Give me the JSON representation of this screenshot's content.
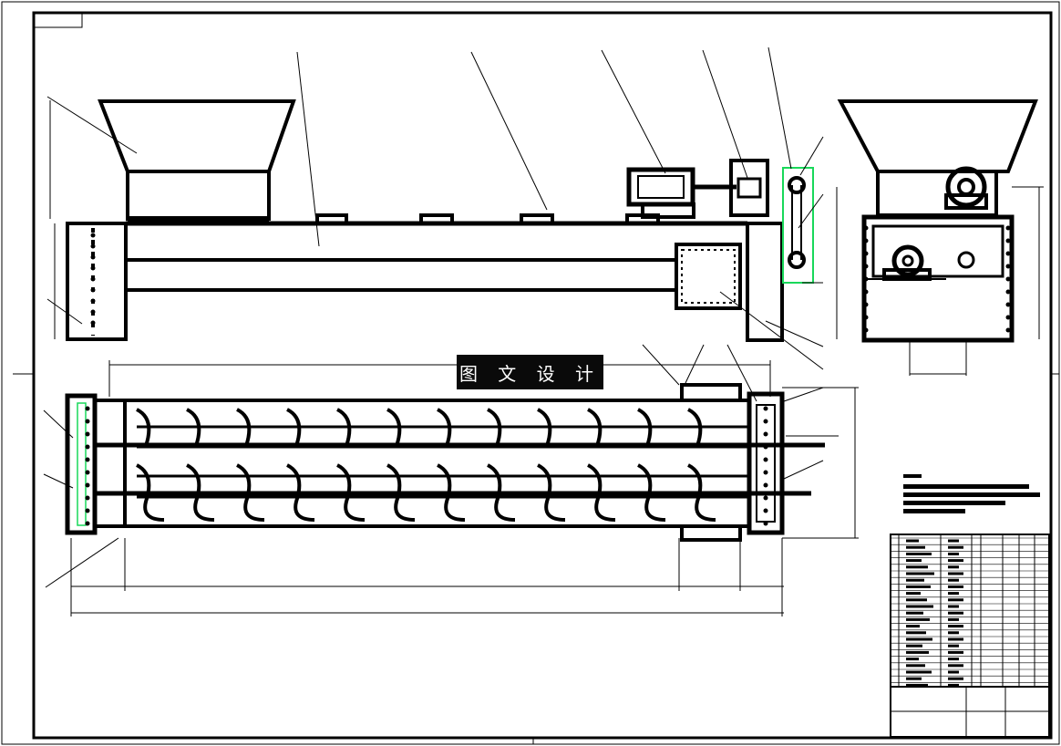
{
  "watermark": {
    "text": "图 文 设 计"
  },
  "colors": {
    "line": "#000000",
    "highlight": "#19d85a",
    "background": "#ffffff"
  },
  "views": [
    "front-elevation",
    "side-elevation",
    "top-section-plan"
  ],
  "components": [
    "feed-hopper",
    "screw-trough",
    "twin-screw-shafts",
    "reducer-motor",
    "chain-drive",
    "discharge-outlet",
    "bearing-housings"
  ]
}
